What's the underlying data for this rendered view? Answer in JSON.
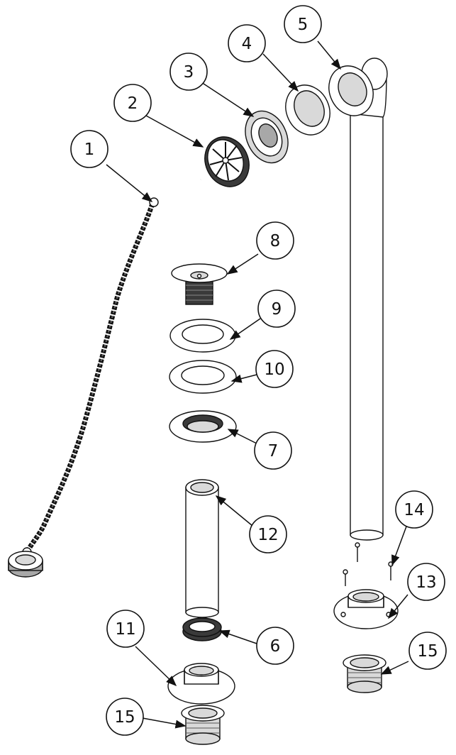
{
  "callouts": [
    {
      "id": "c1",
      "label": "1"
    },
    {
      "id": "c2",
      "label": "2"
    },
    {
      "id": "c3",
      "label": "3"
    },
    {
      "id": "c4",
      "label": "4"
    },
    {
      "id": "c5",
      "label": "5"
    },
    {
      "id": "c6",
      "label": "6"
    },
    {
      "id": "c7",
      "label": "7"
    },
    {
      "id": "c8",
      "label": "8"
    },
    {
      "id": "c9",
      "label": "9"
    },
    {
      "id": "c10",
      "label": "10"
    },
    {
      "id": "c11",
      "label": "11"
    },
    {
      "id": "c12",
      "label": "12"
    },
    {
      "id": "c13",
      "label": "13"
    },
    {
      "id": "c14",
      "label": "14"
    },
    {
      "id": "c15a",
      "label": "15"
    },
    {
      "id": "c15b",
      "label": "15"
    }
  ],
  "colors": {
    "line": "#111111",
    "fill_light": "#ffffff",
    "fill_grey": "#d9d9d9",
    "fill_dark": "#3a3a3a"
  }
}
